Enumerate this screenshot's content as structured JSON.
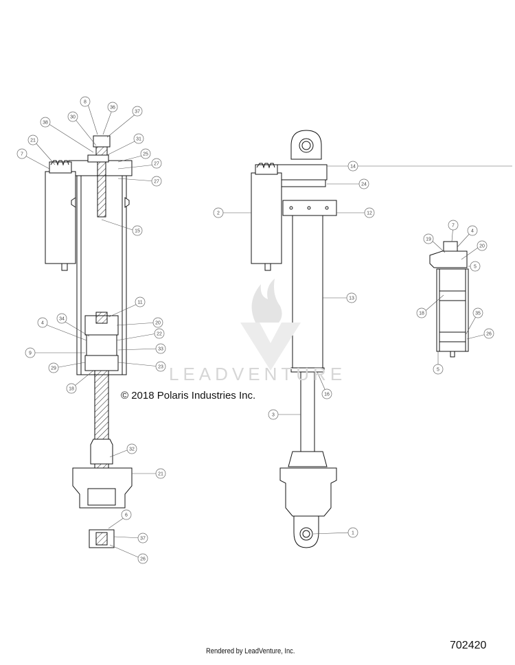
{
  "copyright": "© 2018 Polaris Industries Inc.",
  "rendered_by": "Rendered by LeadVenture, Inc.",
  "part_number": "702420",
  "watermark": "LEADVENTURE",
  "callouts": {
    "left": [
      "8",
      "36",
      "37",
      "38",
      "30",
      "31",
      "21",
      "7",
      "25",
      "27",
      "27",
      "15",
      "11",
      "20",
      "22",
      "33",
      "23",
      "4",
      "34",
      "9",
      "29",
      "18",
      "32",
      "21",
      "6",
      "37",
      "26"
    ],
    "center": [
      "14",
      "24",
      "2",
      "12",
      "13",
      "16",
      "3",
      "1"
    ],
    "right": [
      "7",
      "4",
      "19",
      "20",
      "5",
      "18",
      "35",
      "26",
      "5"
    ]
  }
}
